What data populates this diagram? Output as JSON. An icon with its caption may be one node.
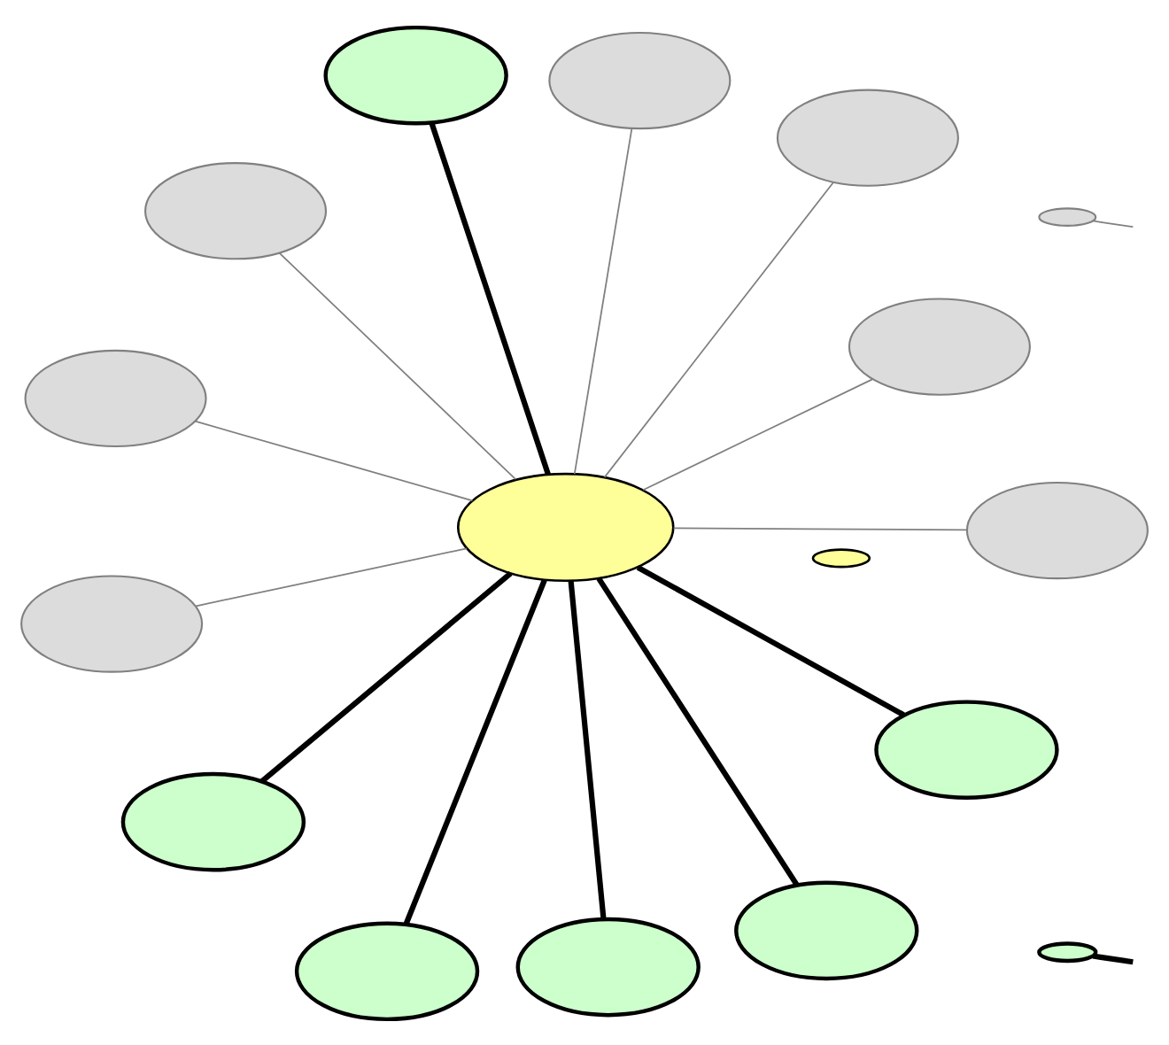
{
  "diagram": {
    "nodes": [
      {
        "text": [],
        "shape": "ellipse"
      },
      {
        "text": [],
        "shape": "ellipse"
      },
      {
        "text": [],
        "shape": "ellipse"
      },
      {
        "text": [],
        "shape": "ellipse"
      },
      {
        "text": [],
        "shape": "ellipse"
      },
      {
        "text": [],
        "shape": "ellipse"
      },
      {
        "text": [],
        "shape": "ellipse"
      },
      {
        "text": [],
        "shape": "ellipse"
      },
      {
        "text": [],
        "shape": "ellipse"
      },
      {
        "text": [],
        "shape": "ellipse"
      },
      {
        "text": [],
        "shape": "ellipse"
      },
      {
        "text": [],
        "shape": "ellipse"
      },
      {
        "text": [],
        "shape": "ellipse"
      },
      {
        "text": [],
        "shape": "ellipse"
      },
      {
        "text": [],
        "shape": "ellipse"
      },
      {
        "text": [],
        "shape": "ellipse"
      },
      {
        "text": [],
        "shape": "ellipse"
      }
    ],
    "edges": [
      {
        "from": 6,
        "to": 0,
        "arrow": "none"
      },
      {
        "from": 6,
        "to": 1,
        "arrow": "none"
      },
      {
        "from": 6,
        "to": 2,
        "arrow": "none",
        "style": "thick",
        "color": "#000000"
      },
      {
        "from": 6,
        "to": 3,
        "arrow": "none",
        "style": "thick",
        "color": "#000000"
      },
      {
        "from": 6,
        "to": 4,
        "arrow": "none"
      },
      {
        "from": 6,
        "to": 5,
        "arrow": "none"
      },
      {
        "from": 6,
        "to": 7,
        "arrow": "none",
        "style": "thick",
        "color": "#000000"
      },
      {
        "from": 6,
        "to": 8,
        "arrow": "none",
        "style": "thick",
        "color": "#000000"
      },
      {
        "from": 6,
        "to": 9,
        "arrow": "none",
        "style": "thick",
        "color": "#000000"
      },
      {
        "from": 6,
        "to": 10,
        "arrow": "none",
        "style": "thick",
        "color": "#000000"
      },
      {
        "from": 6,
        "to": 11,
        "arrow": "none"
      },
      {
        "from": 6,
        "to": 12,
        "arrow": "none"
      },
      {
        "from": 6,
        "to": 13,
        "arrow": "none"
      },
      {
        "from": 15,
        "to": null,
        "arrow": "none",
        "style": "thick",
        "color": "#000000"
      },
      {
        "from": 16,
        "to": null,
        "arrow": "none"
      }
    ]
  }
}
